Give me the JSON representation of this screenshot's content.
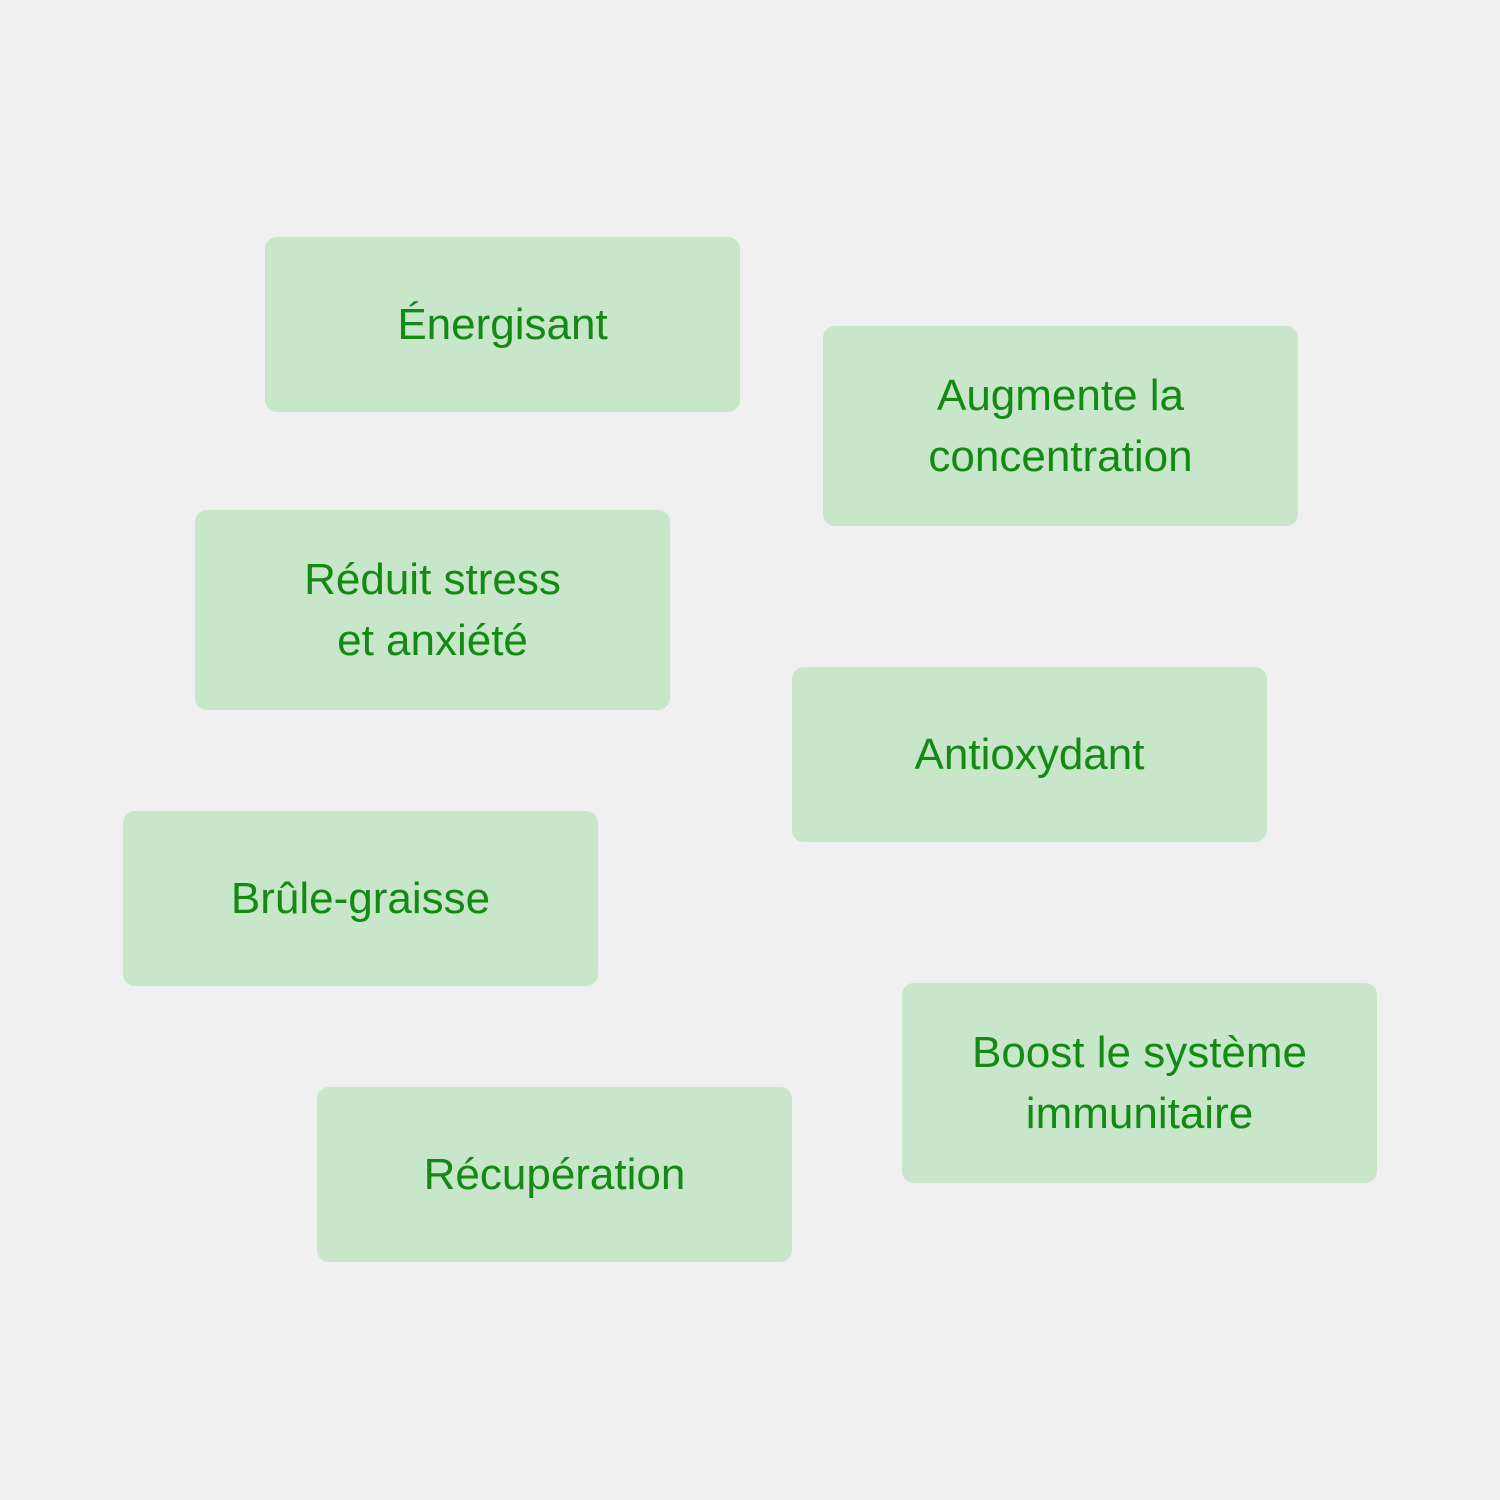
{
  "colors": {
    "background": "#f0f0f0",
    "tag_fill": "#c8e6c9",
    "tag_text": "#148a14"
  },
  "tags": [
    {
      "label": "Énergisant"
    },
    {
      "label": "Augmente la concentration"
    },
    {
      "label": "Réduit stress et anxiété"
    },
    {
      "label": "Antioxydant"
    },
    {
      "label": "Brûle-graisse"
    },
    {
      "label": "Boost le système immunitaire"
    },
    {
      "label": "Récupération"
    }
  ]
}
